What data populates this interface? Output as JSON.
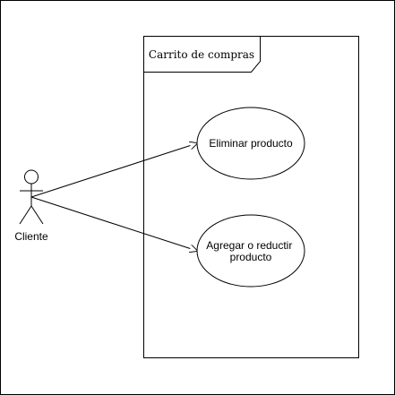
{
  "diagram": {
    "system": {
      "title": "Carrito de compras"
    },
    "actor": {
      "name": "Cliente"
    },
    "use_cases": [
      {
        "label_lines": [
          "Eliminar producto"
        ]
      },
      {
        "label_lines": [
          "Agregar o reductir",
          "producto"
        ]
      }
    ],
    "colors": {
      "stroke": "#000000",
      "fill": "#ffffff",
      "background": "#ffffff"
    }
  }
}
